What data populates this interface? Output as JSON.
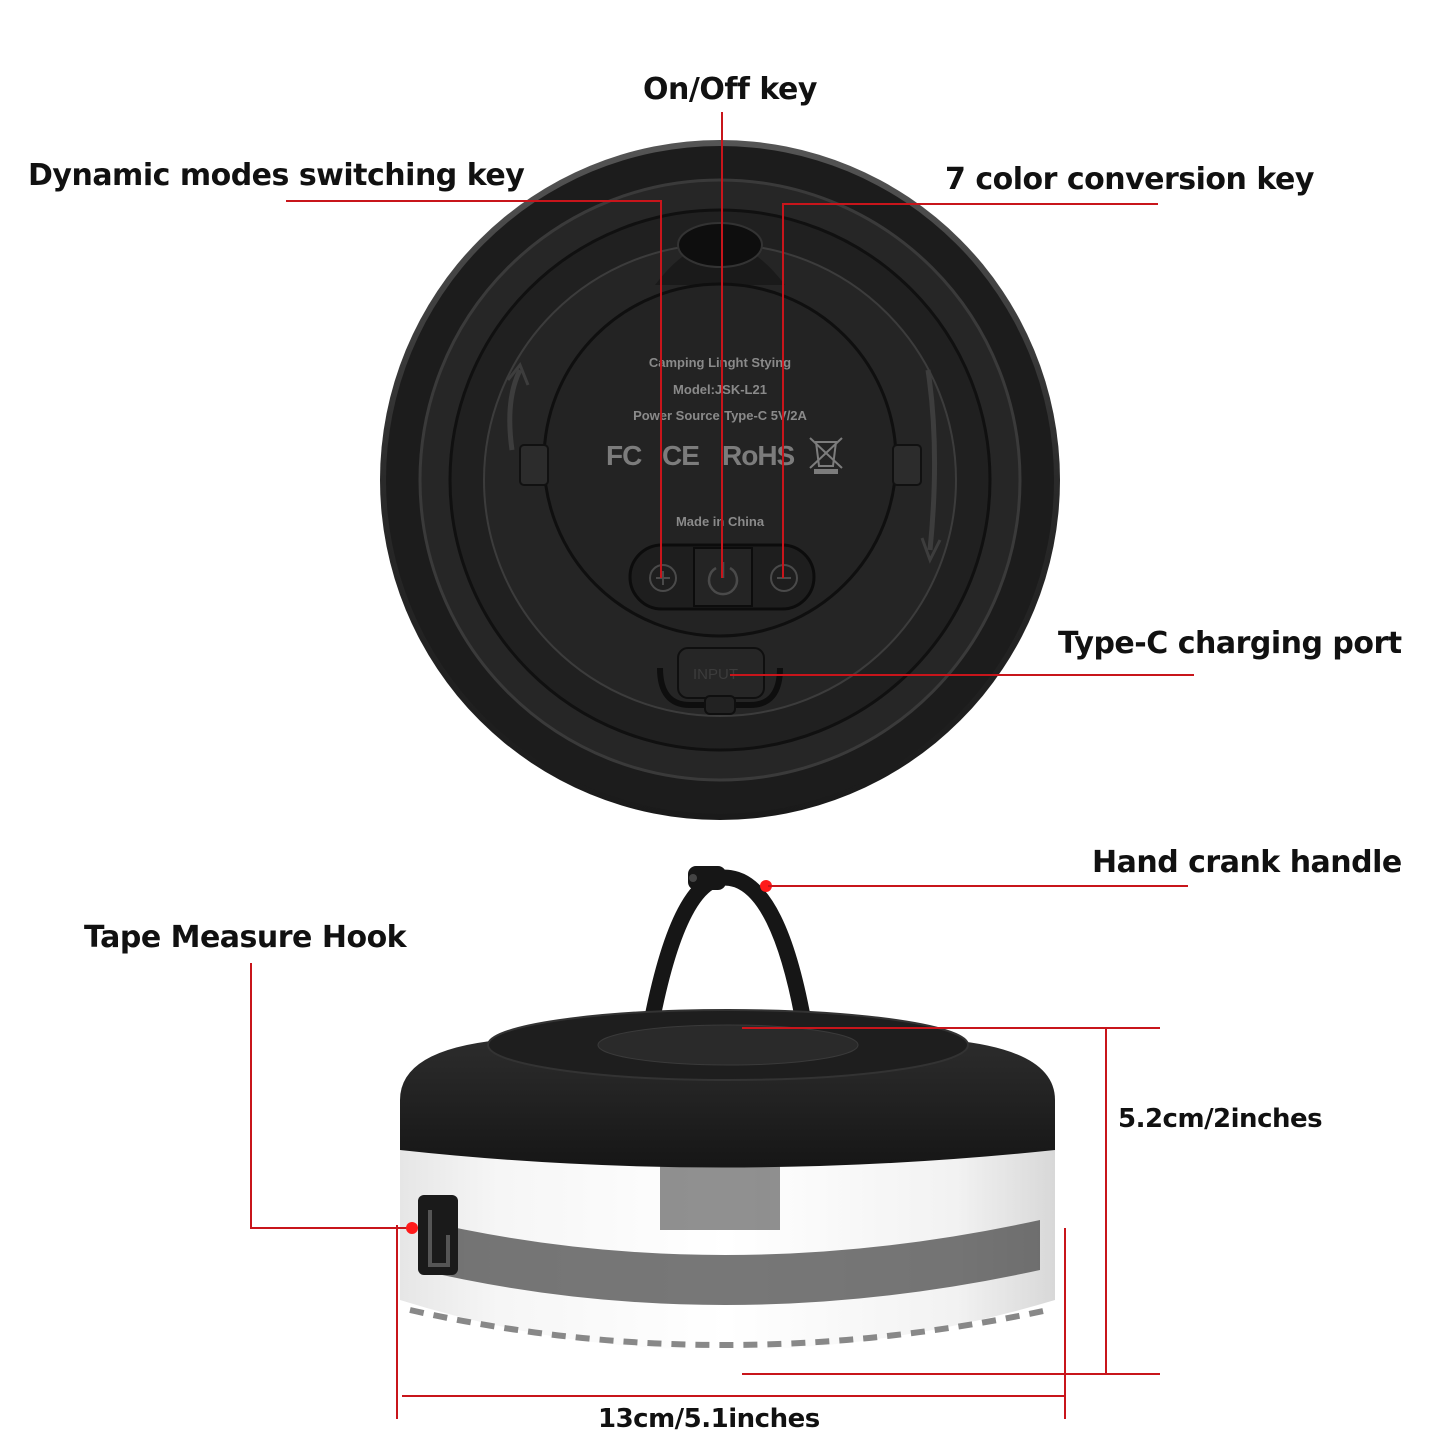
{
  "callouts": {
    "on_off_key": "On/Off key",
    "dynamic_modes_key": "Dynamic modes switching key",
    "color_conversion_key": "7 color conversion key",
    "type_c_port": "Type-C charging port",
    "hand_crank_handle": "Hand crank handle",
    "tape_measure_hook": "Tape Measure Hook"
  },
  "dimensions": {
    "height": "5.2cm/2inches",
    "width": "13cm/5.1inches"
  },
  "device_plate": {
    "line1": "Camping Linght Stying",
    "line2": "Model:JSK-L21",
    "line3": "Power Source:Type-C 5V/2A",
    "certs": [
      "FC",
      "CE",
      "RoHS"
    ],
    "origin": "Made in China",
    "port_label": "INPUT"
  },
  "buttons": [
    {
      "name": "dynamic-mode",
      "icon": "mode-cycle-icon"
    },
    {
      "name": "power",
      "icon": "power-icon"
    },
    {
      "name": "color",
      "icon": "color-cycle-icon"
    }
  ],
  "colors": {
    "leader_line": "#c8151b",
    "marker_dot": "#ff1a1a",
    "device_body": "#1e1e1e",
    "plate_text": "#8a8a8a"
  }
}
